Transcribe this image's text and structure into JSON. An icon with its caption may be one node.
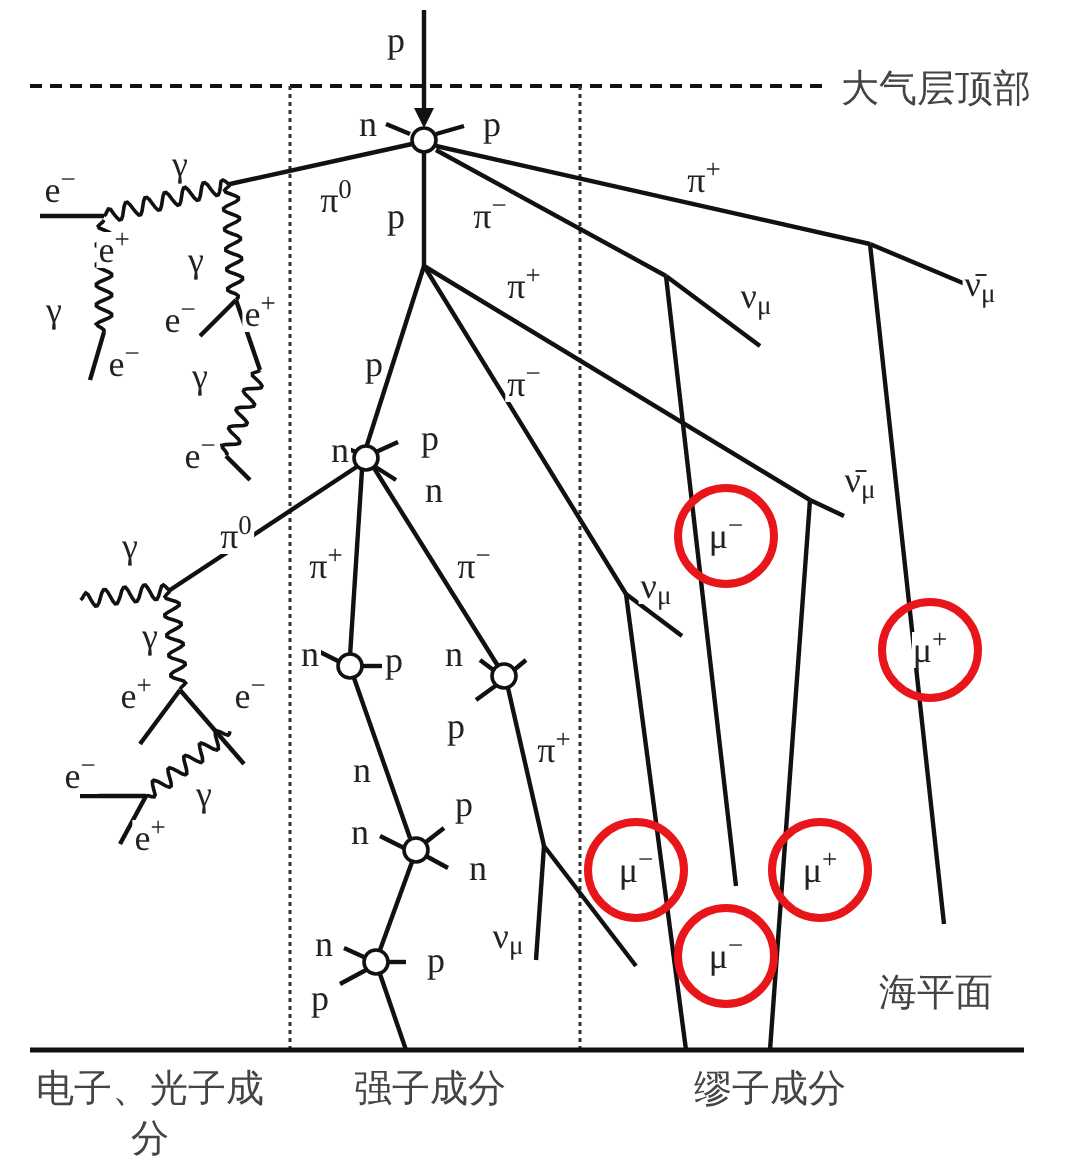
{
  "diagram": {
    "nodes": [
      {
        "text": [
          "μ$^{−}$"
        ]
      },
      {
        "text": [
          "μ$^{+}$"
        ]
      },
      {
        "text": [
          "μ$^{−}$"
        ]
      },
      {
        "text": [
          "μ$^{+}$"
        ]
      },
      {
        "text": [
          "μ$^{−}$"
        ]
      }
    ],
    "labels": [
      "p",
      "大气层顶部",
      "n",
      "p",
      "π$^{+}$",
      "e$^{−}$",
      "γ",
      "π$^{0}$",
      "p",
      "π$^{−}$",
      "ν$_{μ}$",
      "ν̄$_{μ}$",
      "e$^{+}$",
      "γ",
      "π$^{+}$",
      "γ",
      "e$^{−}$",
      "e$^{+}$",
      "e$^{−}$",
      "γ",
      "p",
      "π$^{−}$",
      "e$^{−}$",
      "n",
      "p",
      "n",
      "ν̄$_{μ}$",
      "γ",
      "π$^{0}$",
      "π$^{+}$",
      "π$^{−}$",
      "ν$_{μ}$",
      "γ",
      "n",
      "p",
      "n",
      "p",
      "e$^{+}$",
      "e$^{−}$",
      "π$^{+}$",
      "e$^{−}$",
      "γ",
      "n",
      "p",
      "n",
      "n",
      "e$^{+}$",
      "ν$_{μ}$",
      "n",
      "p",
      "p",
      "海平面",
      "电子、光子成分",
      "强子成分",
      "缪子成分"
    ]
  }
}
